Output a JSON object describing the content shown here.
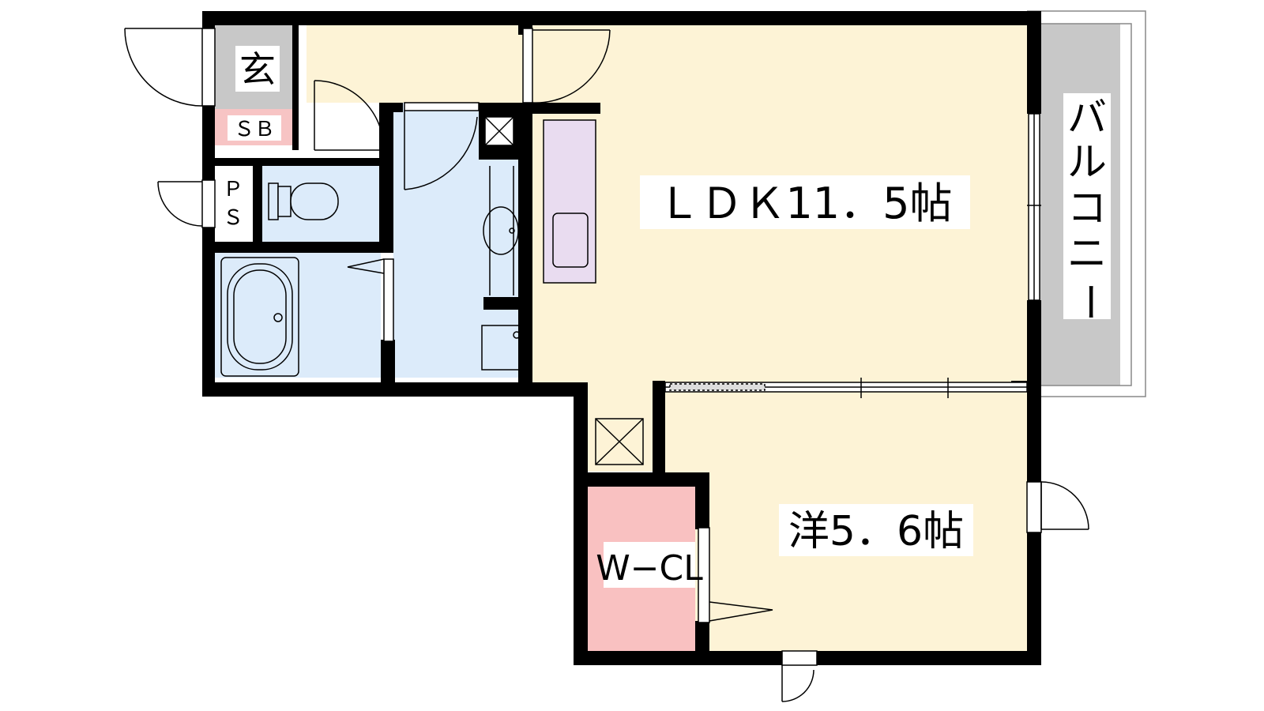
{
  "rooms": {
    "entrance": "玄",
    "shoe_box": "ＳＢ",
    "pipe_space": [
      "Ｐ",
      "Ｓ"
    ],
    "ldk": "ＬＤＫ11．5帖",
    "western_room": "洋5．6帖",
    "walk_in_closet": "W−CL",
    "balcony": [
      "バ",
      "ル",
      "コ",
      "ニ",
      "ー"
    ]
  },
  "colors": {
    "wall": "#000000",
    "living_floor": "#fdf3d6",
    "wet_area": "#dcebfa",
    "entrance": "#c8c8c8",
    "shoe_box": "#f7c4c4",
    "closet": "#f9c1c1",
    "kitchen_counter": "#e9dcf0",
    "balcony": "#c8c8c8"
  }
}
